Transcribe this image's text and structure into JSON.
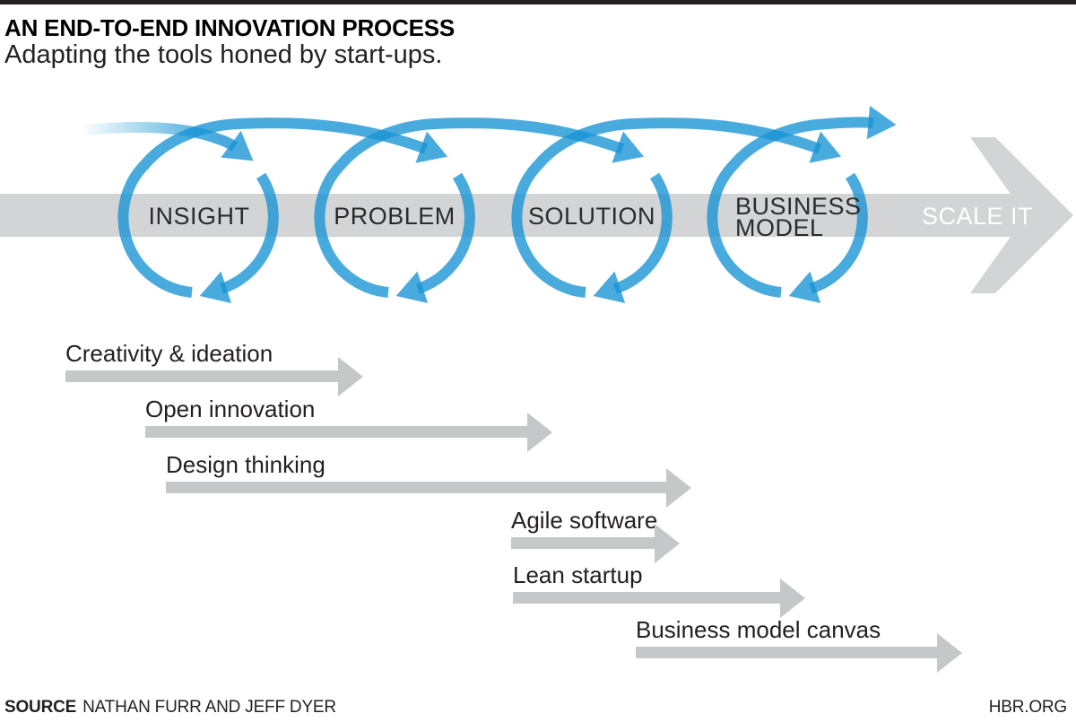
{
  "header": {
    "title": "AN END-TO-END INNOVATION PROCESS",
    "subtitle": "Adapting the tools honed by start-ups."
  },
  "process": {
    "stages": [
      {
        "label": "INSIGHT"
      },
      {
        "label": "PROBLEM"
      },
      {
        "label": "SOLUTION"
      },
      {
        "label_line1": "BUSINESS",
        "label_line2": "MODEL"
      },
      {
        "label": "SCALE IT"
      }
    ]
  },
  "tools": {
    "items": [
      {
        "label": "Creativity & ideation"
      },
      {
        "label": "Open innovation"
      },
      {
        "label": "Design thinking"
      },
      {
        "label": "Agile software"
      },
      {
        "label": "Lean startup"
      },
      {
        "label": "Business model canvas"
      }
    ]
  },
  "footer": {
    "source_label": "SOURCE",
    "source_names": "NATHAN FURR AND JEFF DYER",
    "site": "HBR.ORG"
  },
  "colors": {
    "accent_blue": "#1894d4",
    "band_gray": "#d3d4d6",
    "arrow_gray": "#c6c7c9",
    "top_bar_black": "#231f20"
  }
}
